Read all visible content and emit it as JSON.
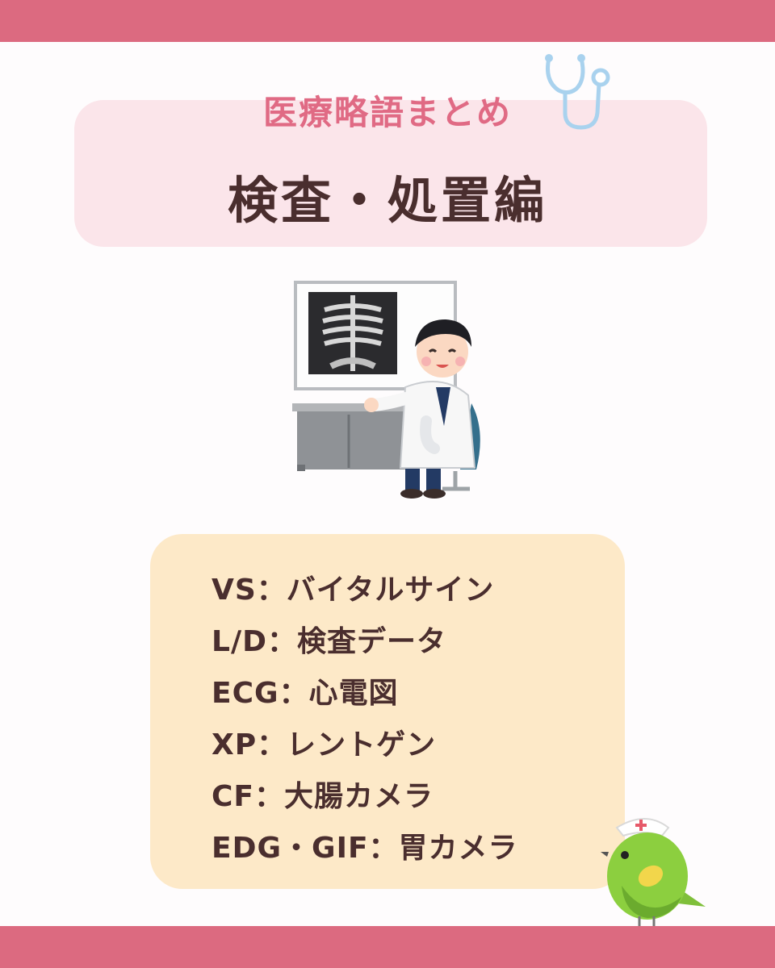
{
  "header": {
    "subtitle": "医療略語まとめ",
    "title": "検査・処置編"
  },
  "illustration": {
    "icon": "doctor-xray-illustration"
  },
  "abbreviations": [
    "VS：バイタルサイン",
    "L/D：検査データ",
    "ECG：心電図",
    "XP：レントゲン",
    "CF：大腸カメラ",
    "EDG・GIF：胃カメラ"
  ],
  "decorations": {
    "stethoscope_icon": "stethoscope-icon",
    "mascot_icon": "nurse-bird-icon"
  },
  "colors": {
    "band": "#dc6a80",
    "title_box": "#fbe5ea",
    "list_box": "#fde9c8",
    "accent_text": "#e06a84",
    "main_text": "#4a2e2e"
  }
}
